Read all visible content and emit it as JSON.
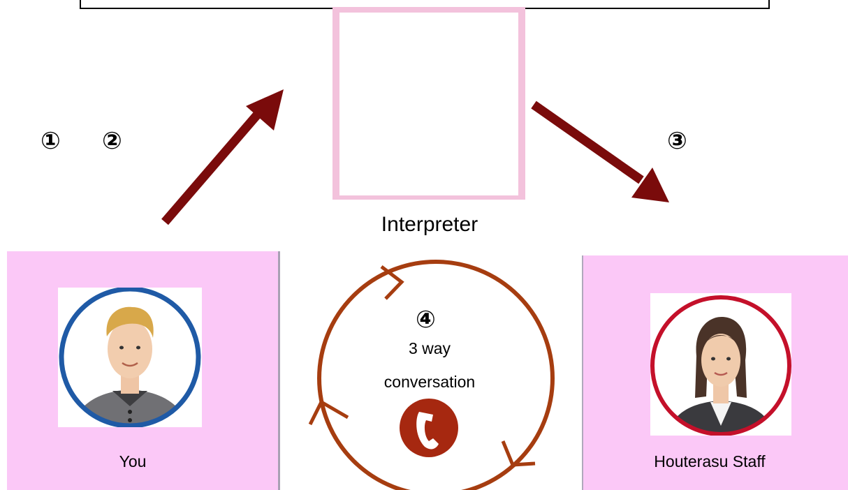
{
  "interpreter": {
    "label": "Interpreter"
  },
  "you": {
    "label": "You"
  },
  "staff": {
    "label": "Houterasu Staff"
  },
  "steps": {
    "one": "①",
    "two": "②",
    "three": "③",
    "four": "④"
  },
  "cycle": {
    "line1": "3 way",
    "line2": "conversation"
  },
  "colors": {
    "panel_pink": "#fbc8f7",
    "arrow": "#7a0b0b",
    "cycle": "#a63d10",
    "interpreter_ring": "#e0501a",
    "you_ring": "#1f5aa6",
    "staff_ring": "#c4102a"
  },
  "icons": {
    "phone": "phone-icon"
  }
}
